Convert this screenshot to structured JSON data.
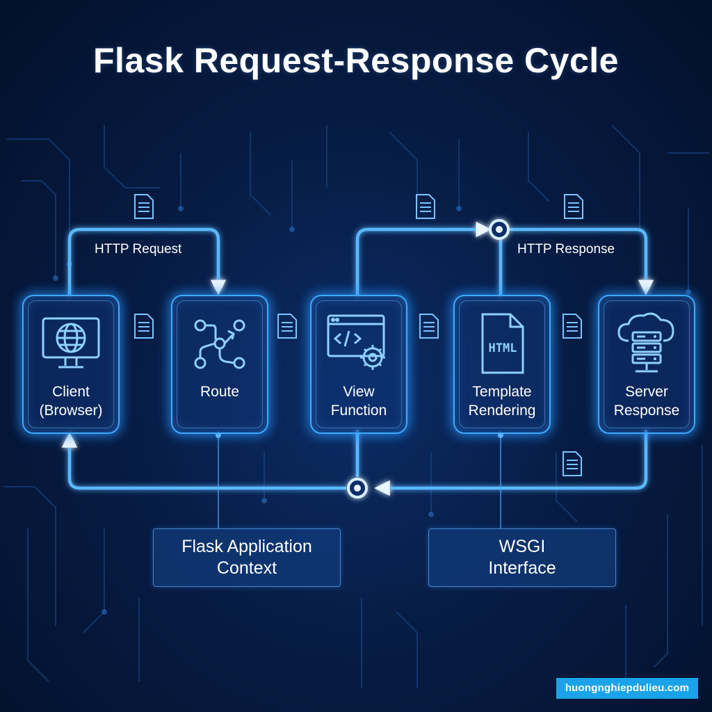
{
  "title": "Flask Request-Response Cycle",
  "colors": {
    "accent": "#3fa9ff",
    "glow": "#5ab8ff",
    "background": "#071c44",
    "watermark": "#1aa3e8"
  },
  "nodes": [
    {
      "line1": "Client",
      "line2": "(Browser)",
      "icon": "monitor-globe-icon"
    },
    {
      "line1": "Route",
      "line2": "",
      "icon": "route-graph-icon"
    },
    {
      "line1": "View",
      "line2": "Function",
      "icon": "code-window-gear-icon"
    },
    {
      "line1": "Template",
      "line2": "Rendering",
      "icon": "html-file-icon"
    },
    {
      "line1": "Server",
      "line2": "Response",
      "icon": "cloud-server-icon"
    }
  ],
  "flows": {
    "request_label": "HTTP Request",
    "response_label": "HTTP Response"
  },
  "html_badge": "HTML",
  "contexts": {
    "app": {
      "line1": "Flask Application",
      "line2": "Context"
    },
    "wsgi": {
      "line1": "WSGI",
      "line2": "Interface"
    }
  },
  "watermark": "huongnghiepdulieu.com"
}
